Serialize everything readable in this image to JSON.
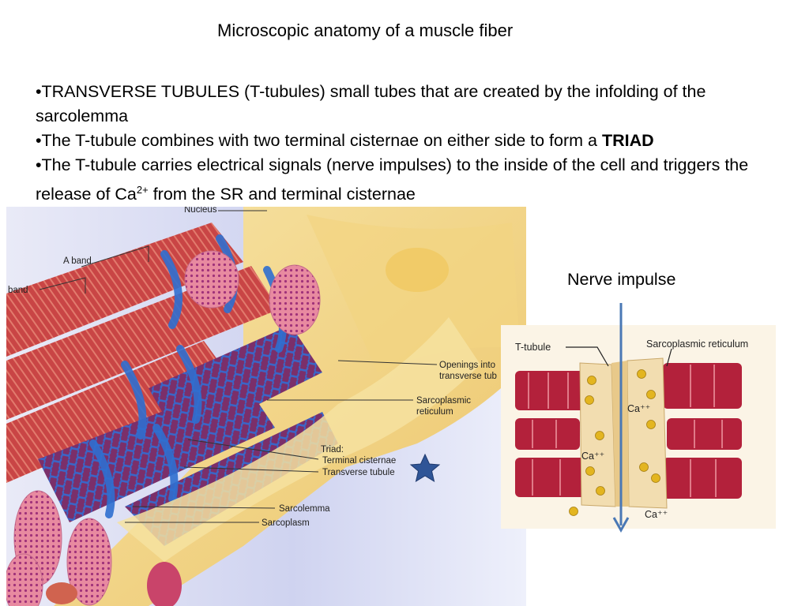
{
  "slide": {
    "title": "Microscopic anatomy of a muscle fiber",
    "bullets": [
      {
        "prefix": "•TRANSVERSE TUBULES (T-tubules) small tubes that are created by the infolding of the sarcolemma"
      },
      {
        "prefix": "•The T-tubule combines with two terminal cisternae on either side to form a ",
        "emphasis": "TRIAD"
      },
      {
        "prefix": "•The T-tubule carries electrical signals (nerve impulses) to the inside of the cell and triggers the release of Ca",
        "superscript": "2+",
        "suffix": " from the SR and terminal cisternae"
      }
    ],
    "nerve_impulse_label": "Nerve impulse"
  },
  "left_figure": {
    "labels": {
      "nucleus": "Nucleus",
      "a_band": "A band",
      "i_band": "band",
      "openings_line1": "Openings into",
      "openings_line2": "transverse tub",
      "sr_line1": "Sarcoplasmic",
      "sr_line2": "reticulum",
      "triad": "Triad:",
      "terminal_cisternae": "Terminal cisternae",
      "transverse_tubule": "Transverse tubule",
      "sarcolemma": "Sarcolemma",
      "sarcoplasm": "Sarcoplasm"
    },
    "star_icon": "star-icon"
  },
  "right_figure": {
    "labels": {
      "t_tubule": "T-tubule",
      "sarcoplasmic_reticulum": "Sarcoplasmic reticulum",
      "ca1": "Ca⁺⁺",
      "ca2": "Ca⁺⁺",
      "ca3": "Ca⁺⁺"
    }
  },
  "colors": {
    "myofibril_red": "#c23a3a",
    "sr_blue": "#2f5fb8",
    "sarcolemma_yellow": "#f4d98a",
    "arrow_blue": "#4a78b5",
    "star_blue": "#2f5597",
    "calcium_yellow": "#e3b520"
  }
}
